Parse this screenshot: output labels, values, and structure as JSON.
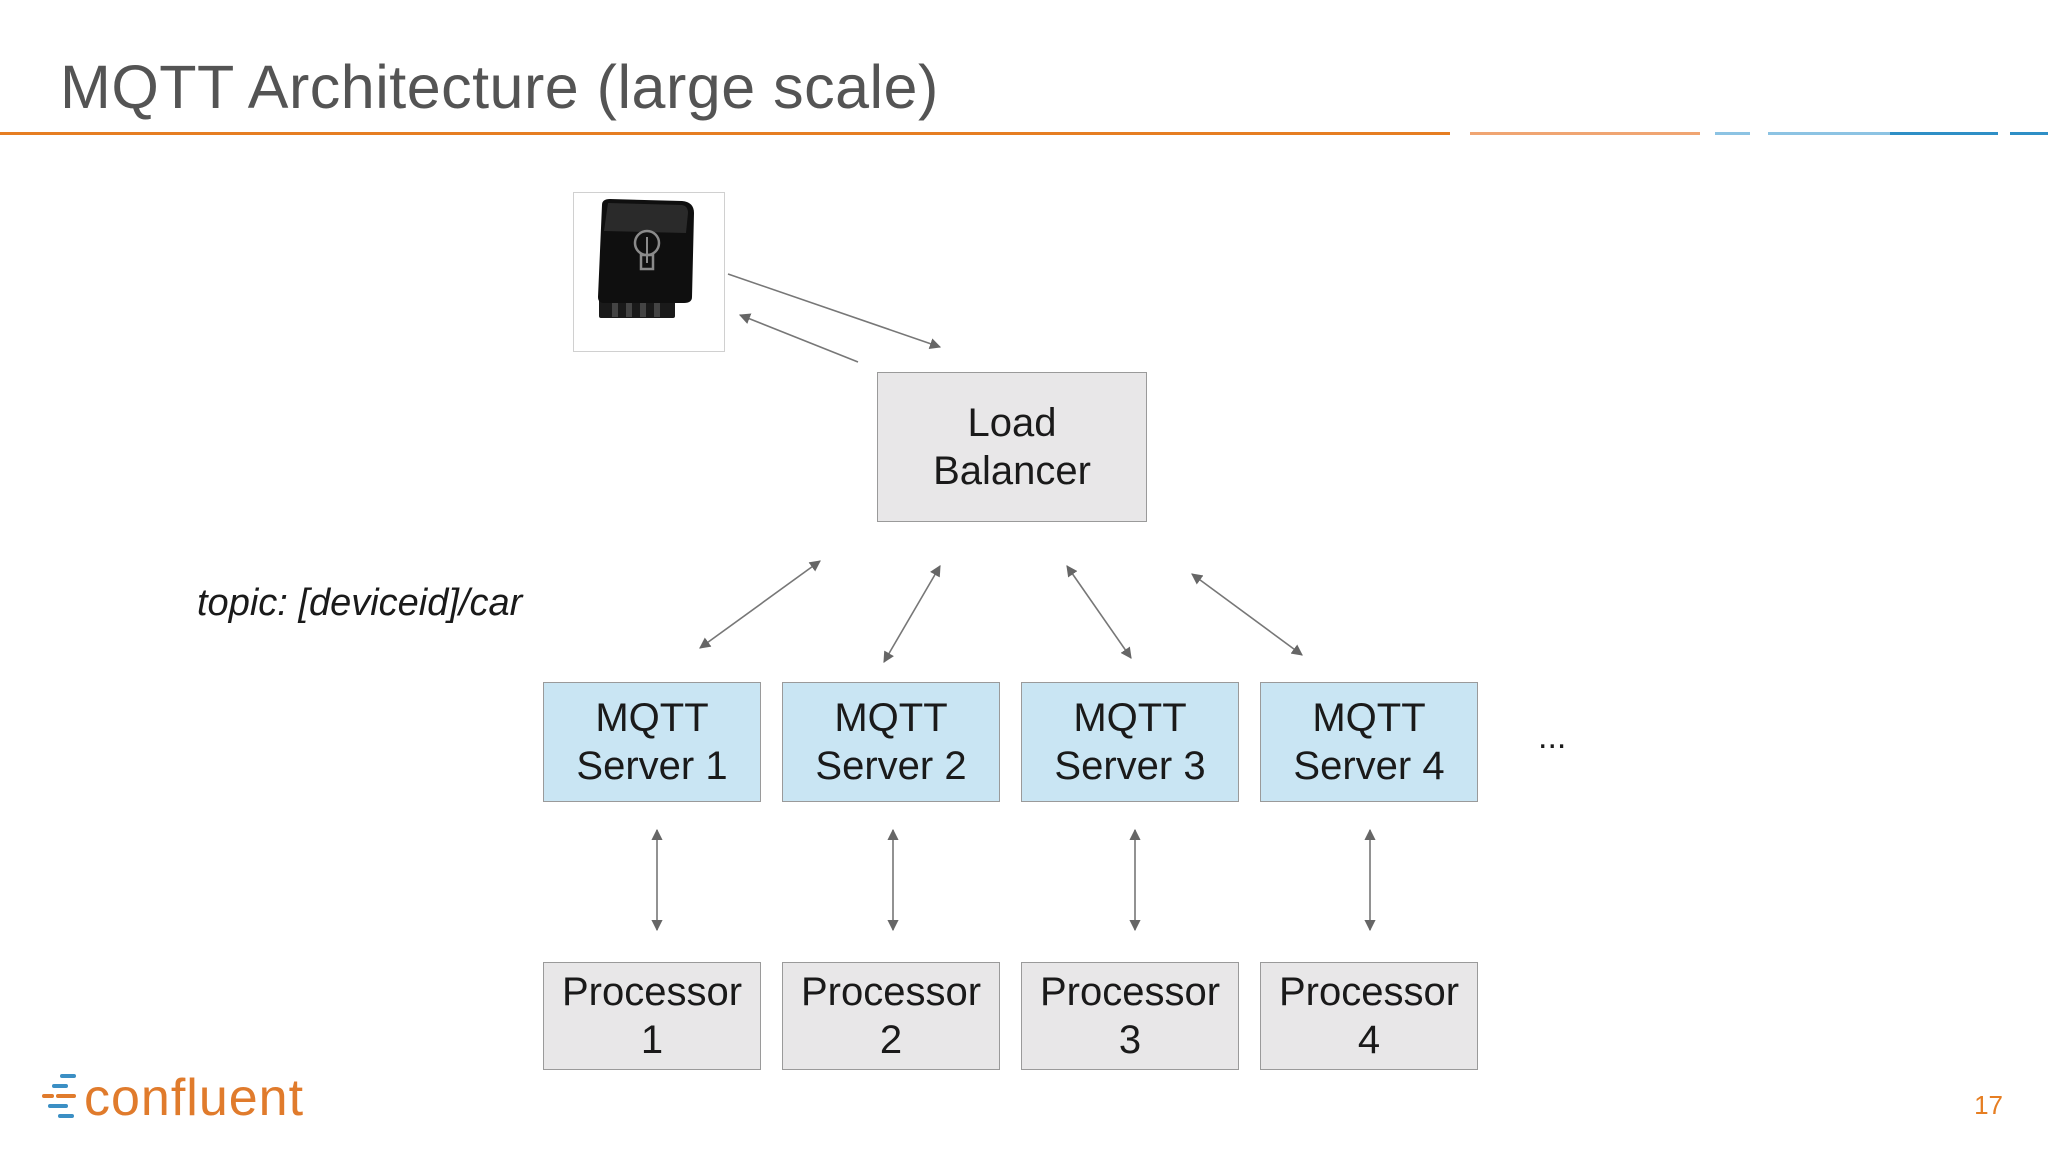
{
  "slide": {
    "title": "MQTT Architecture (large scale)",
    "page_number": "17"
  },
  "colors": {
    "accent_orange": "#e67e22",
    "accent_blue": "#2f8fc6",
    "server_fill": "#c9e5f3",
    "box_fill": "#e8e7e8"
  },
  "diagram": {
    "device": {
      "icon": "obd-device-lightbulb-icon"
    },
    "load_balancer": {
      "label": "Load\nBalancer"
    },
    "topic_label": "topic: [deviceid]/car",
    "servers": [
      {
        "label": "MQTT\nServer 1"
      },
      {
        "label": "MQTT\nServer 2"
      },
      {
        "label": "MQTT\nServer 3"
      },
      {
        "label": "MQTT\nServer 4"
      }
    ],
    "processors": [
      {
        "label": "Processor\n1"
      },
      {
        "label": "Processor\n2"
      },
      {
        "label": "Processor\n3"
      },
      {
        "label": "Processor\n4"
      }
    ],
    "more_indicator": "..."
  },
  "logo": {
    "text": "confluent"
  }
}
